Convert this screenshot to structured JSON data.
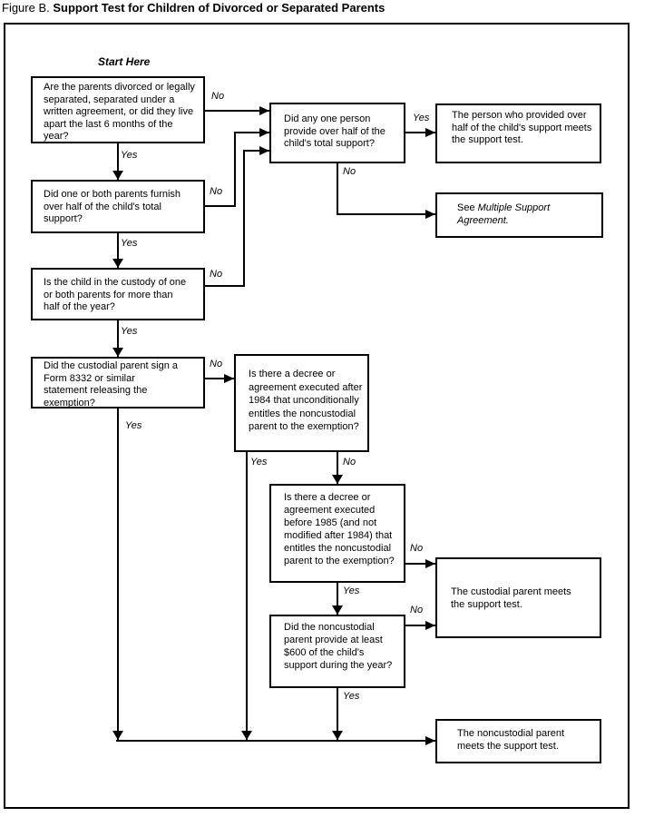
{
  "figure": {
    "label": "Figure B.",
    "title": "Support Test for Children of Divorced or Separated Parents"
  },
  "start_here": "Start Here",
  "answers": {
    "yes": "Yes",
    "no": "No"
  },
  "boxes": {
    "q_divorced": "Are the parents divorced or legally separated, separated under a written agreement, or did they live apart the last 6 months of the year?",
    "q_furnish_half": "Did one or both parents furnish over half of the child's total support?",
    "q_custody": "Is the child in the custody of one or both parents for more than half of the year?",
    "q_form_8332": "Did the custodial parent sign a Form 8332 or similar statement releasing the exemption?",
    "q_one_person": "Did any one person provide over half of the child's total support?",
    "q_decree_after_1984": "Is there a decree or agreement executed after 1984 that unconditionally entitles the noncustodial parent to the exemption?",
    "q_decree_before_1985": "Is there a decree or agreement executed before 1985 (and not modified after 1984) that entitles the noncustodial parent to the exemption?",
    "q_600_support": "Did the noncustodial parent provide at least $600 of the child's support during the year?",
    "r_person_provided": "The person who provided over half of the child's support meets the support test.",
    "r_see_prefix": "See ",
    "r_see_italic": "Multiple Support Agreement.",
    "r_custodial": "The custodial parent meets the support test.",
    "r_noncustodial": "The noncustodial parent meets the support test."
  },
  "colors": {
    "line": "#000000",
    "background": "#ffffff"
  }
}
